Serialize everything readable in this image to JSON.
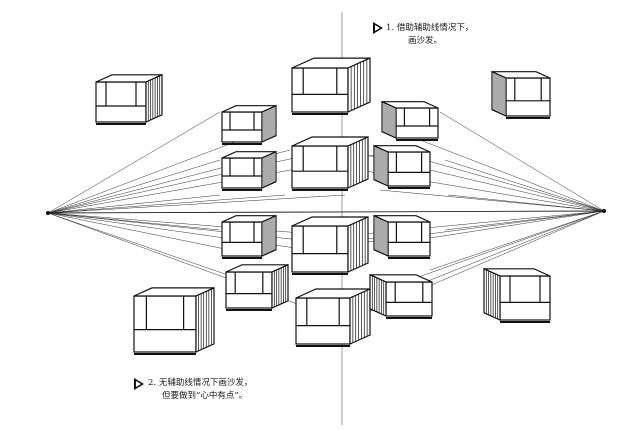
{
  "notes": {
    "top": {
      "number": "1.",
      "line1": "借助辅助线情况下，",
      "line2": "画沙发。"
    },
    "bottom": {
      "number": "2.",
      "line1": "无辅助线情况下画沙发，",
      "line2": "但要做到“心中有点”。"
    }
  },
  "colors": {
    "ink": "#111111",
    "paper": "#ffffff",
    "guide": "#333333"
  },
  "icons": {
    "marker": "triangle-pointer-icon"
  }
}
